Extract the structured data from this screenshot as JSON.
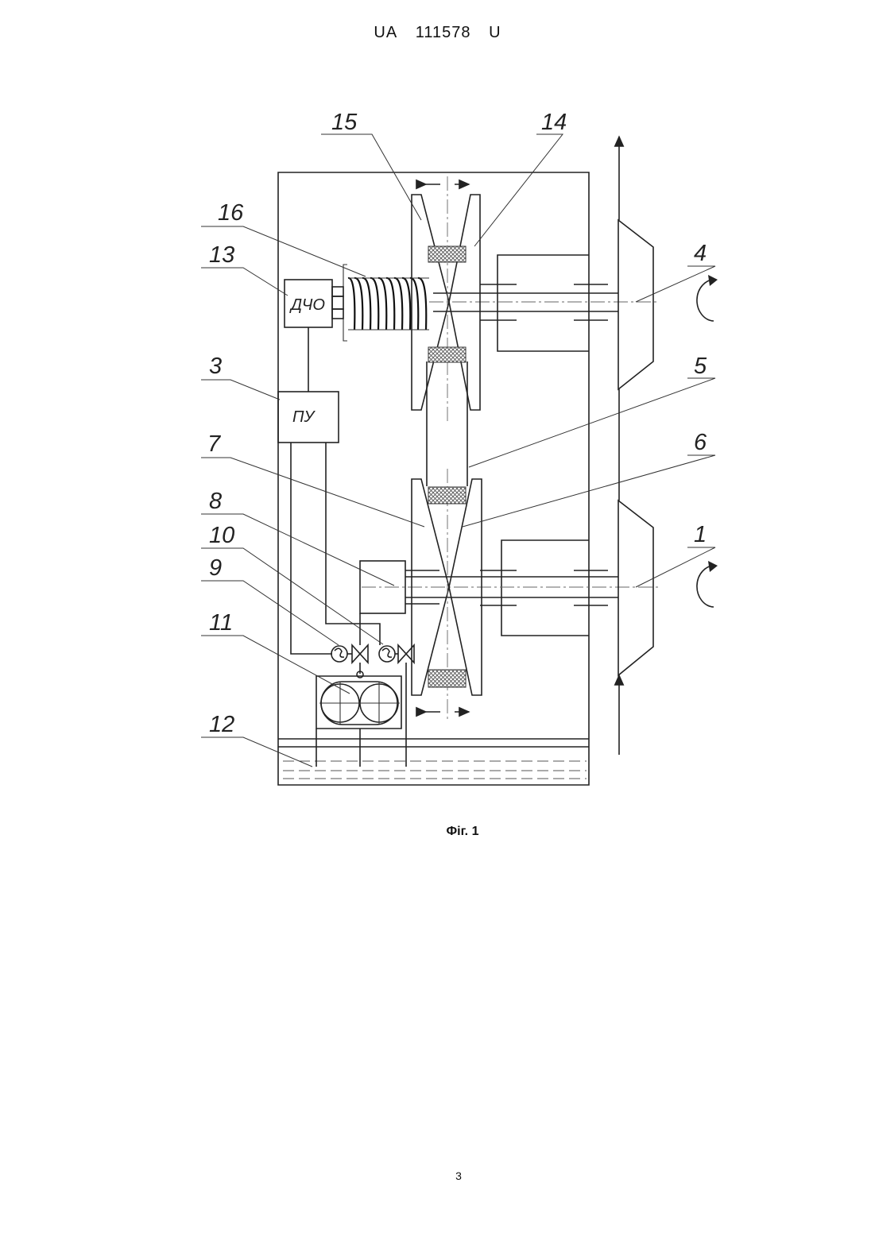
{
  "header": {
    "country": "UA",
    "number": "111578",
    "kind": "U"
  },
  "figure": {
    "caption": "Фіг. 1",
    "boxes": {
      "sensor": "ДЧО",
      "controller": "ПУ"
    },
    "reference_numerals": [
      "1",
      "3",
      "4",
      "5",
      "6",
      "7",
      "8",
      "9",
      "10",
      "11",
      "12",
      "13",
      "14",
      "15",
      "16"
    ]
  },
  "footer": {
    "page_number": "3"
  }
}
